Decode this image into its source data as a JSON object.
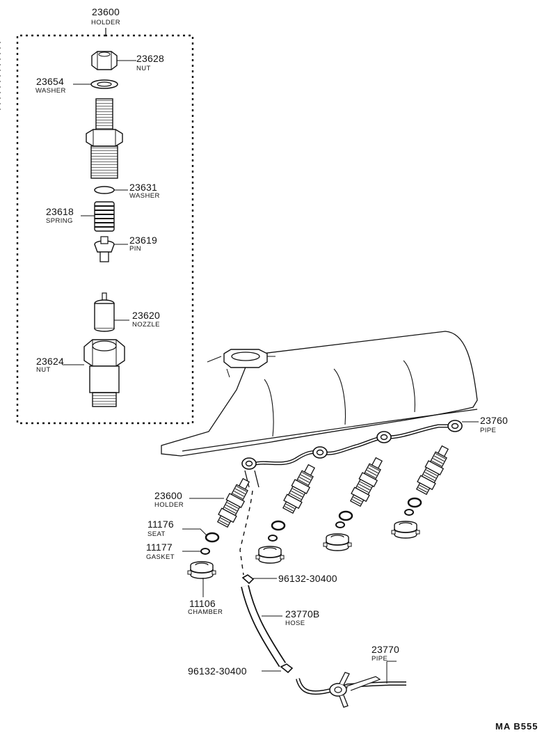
{
  "diagram_code": "MA B555",
  "parts": {
    "holder_top": {
      "number": "23600",
      "name": "HOLDER"
    },
    "nut_top": {
      "number": "23628",
      "name": "NUT"
    },
    "washer_top": {
      "number": "23654",
      "name": "WASHER"
    },
    "washer_mid": {
      "number": "23631",
      "name": "WASHER"
    },
    "spring": {
      "number": "23618",
      "name": "SPRING"
    },
    "pin": {
      "number": "23619",
      "name": "PIN"
    },
    "nozzle": {
      "number": "23620",
      "name": "NOZZLE"
    },
    "nut_bottom": {
      "number": "23624",
      "name": "NUT"
    },
    "pipe_main": {
      "number": "23760",
      "name": "PIPE"
    },
    "holder_low": {
      "number": "23600",
      "name": "HOLDER"
    },
    "seat": {
      "number": "11176",
      "name": "SEAT"
    },
    "gasket": {
      "number": "11177",
      "name": "GASKET"
    },
    "chamber": {
      "number": "11106",
      "name": "CHAMBER"
    },
    "clip_upper": {
      "number": "96132-30400"
    },
    "hose": {
      "number": "23770B",
      "name": "HOSE"
    },
    "clip_lower": {
      "number": "96132-30400"
    },
    "pipe_return": {
      "number": "23770",
      "name": "PIPE"
    }
  }
}
